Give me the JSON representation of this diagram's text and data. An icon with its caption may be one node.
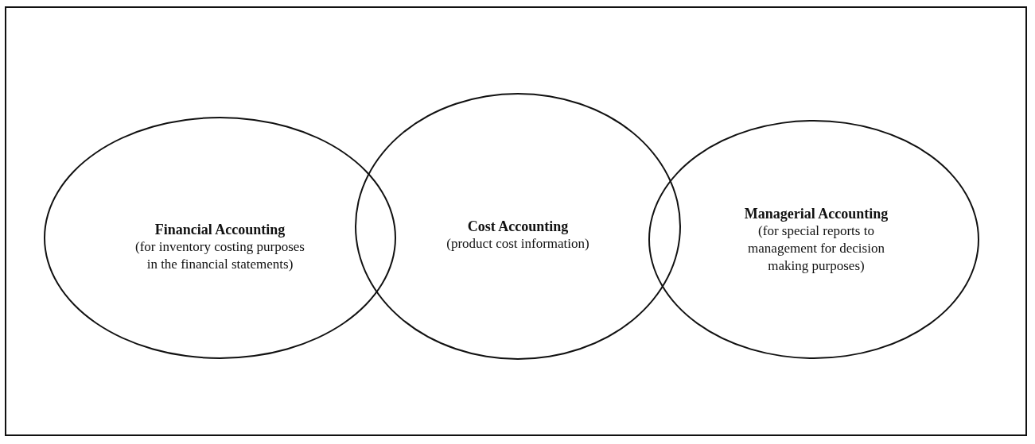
{
  "diagram": {
    "nodes": [
      {
        "text": [
          "Financial Accounting",
          "(for inventory costing purposes in the financial statements)"
        ]
      },
      {
        "text": [
          "Cost Accounting",
          "(product cost information)"
        ]
      },
      {
        "text": [
          "Managerial Accounting",
          "(for special reports to management for decision making purposes)"
        ]
      }
    ]
  }
}
